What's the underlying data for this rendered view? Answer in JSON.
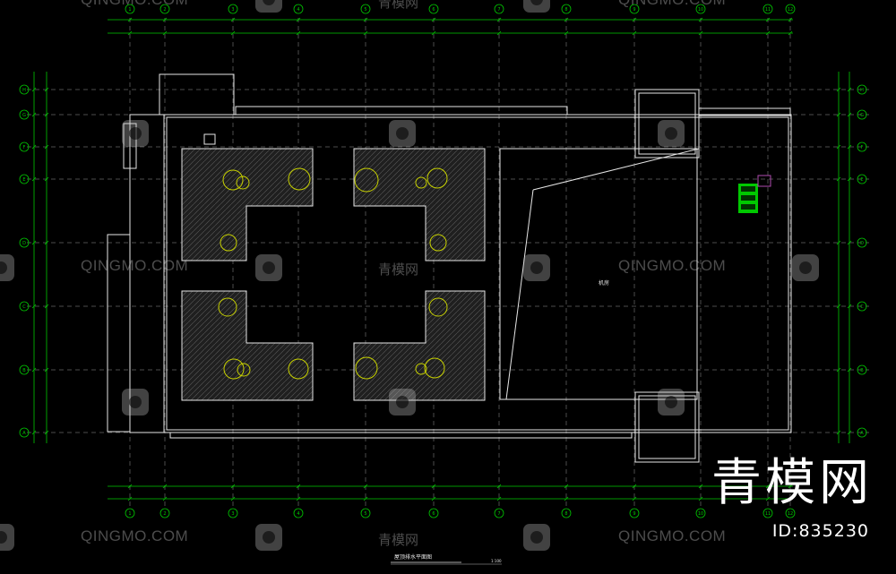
{
  "drawing": {
    "title": "屋顶排水平面图",
    "scale": "1:100",
    "room_label": "机房",
    "axis_numbers": [
      "1",
      "2",
      "3",
      "4",
      "5",
      "6",
      "7",
      "8",
      "9",
      "10",
      "11",
      "12"
    ],
    "axis_letters": [
      "A",
      "B",
      "C",
      "D",
      "E",
      "F",
      "G",
      "H"
    ]
  },
  "watermark": {
    "site": "QINGMO.COM",
    "site_cn": "青模网",
    "brand": "青模网",
    "id_text": "ID:835230"
  },
  "colors": {
    "background": "#000000",
    "axis": "#00c800",
    "lines": "#e6e6e6",
    "drain": "#c8d200",
    "accent": "#00e000"
  }
}
